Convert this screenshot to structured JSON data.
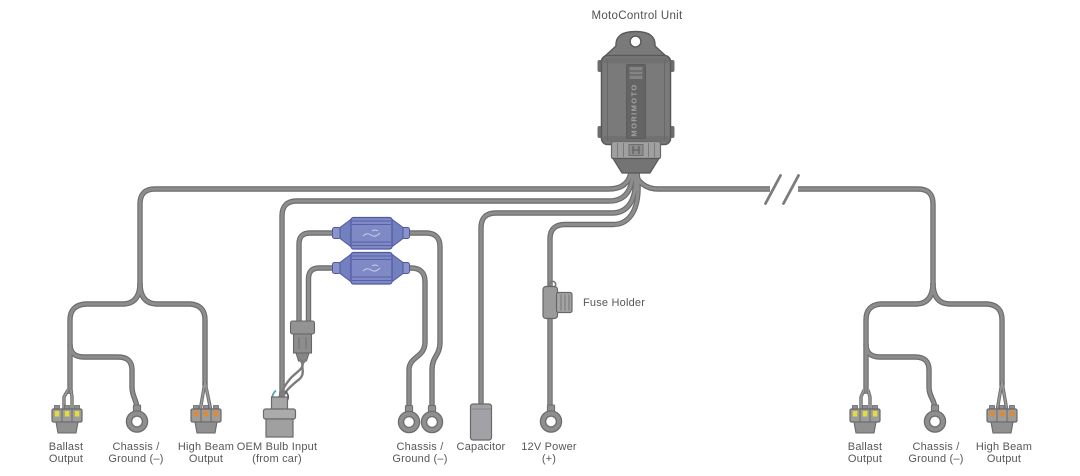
{
  "title": "MotoControl Unit",
  "unit_brand": "MORIMOTO",
  "fuse_holder_label": "Fuse Holder",
  "connector_labels": {
    "left_ballast": [
      "Ballast",
      "Output"
    ],
    "left_ground": [
      "Chassis /",
      "Ground (–)"
    ],
    "left_high_beam": [
      "High Beam",
      "Output"
    ],
    "oem_input": [
      "OEM Bulb Input",
      "(from car)"
    ],
    "mid_ground": [
      "Chassis /",
      "Ground (–)"
    ],
    "capacitor": [
      "Capacitor"
    ],
    "power_12v": [
      "12V Power",
      "(+)"
    ],
    "right_ballast": [
      "Ballast",
      "Output"
    ],
    "right_ground": [
      "Chassis /",
      "Ground (–)"
    ],
    "right_high_beam": [
      "High Beam",
      "Output"
    ]
  },
  "colors": {
    "background": "#ffffff",
    "wire_core": "#8d8d8d",
    "wire_outline": "#6c6c6c",
    "unit_body_gray": "#7a7a7a",
    "module_blue": "#7e89c5",
    "module_blue_outline": "#4f59a0",
    "ballast_pin_yellow": "#e4dc3a",
    "high_beam_pin_orange": "#e08a35",
    "label_text": "#56575b"
  }
}
